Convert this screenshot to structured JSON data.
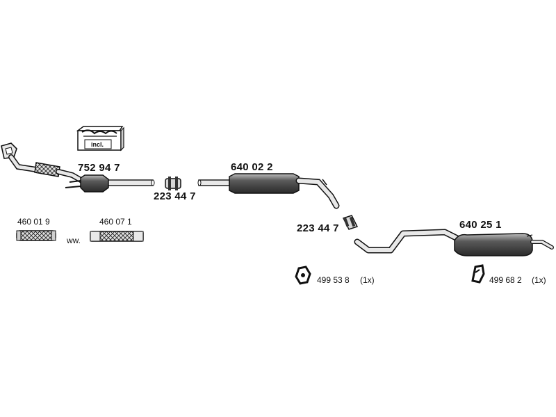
{
  "parts": {
    "kit_front": "752 94 7",
    "kit_incl": "incl.",
    "clamp_1": "223 44 7",
    "middle_silencer": "640 02 2",
    "clamp_2": "223 44 7",
    "rear_silencer": "640 25 1",
    "flex_1": "460 01 9",
    "flex_alt_sep": "ww.",
    "flex_2": "460 07 1",
    "hanger_1": "499 53 8",
    "hanger_1_qty": "(1x)",
    "hanger_2": "499 68 2",
    "hanger_2_qty": "(1x)"
  },
  "colors": {
    "ink": "#111111",
    "body_fill": "#4a4a4a",
    "body_highlight": "#bdbdbd",
    "pipe_fill": "#e8e8e8"
  }
}
